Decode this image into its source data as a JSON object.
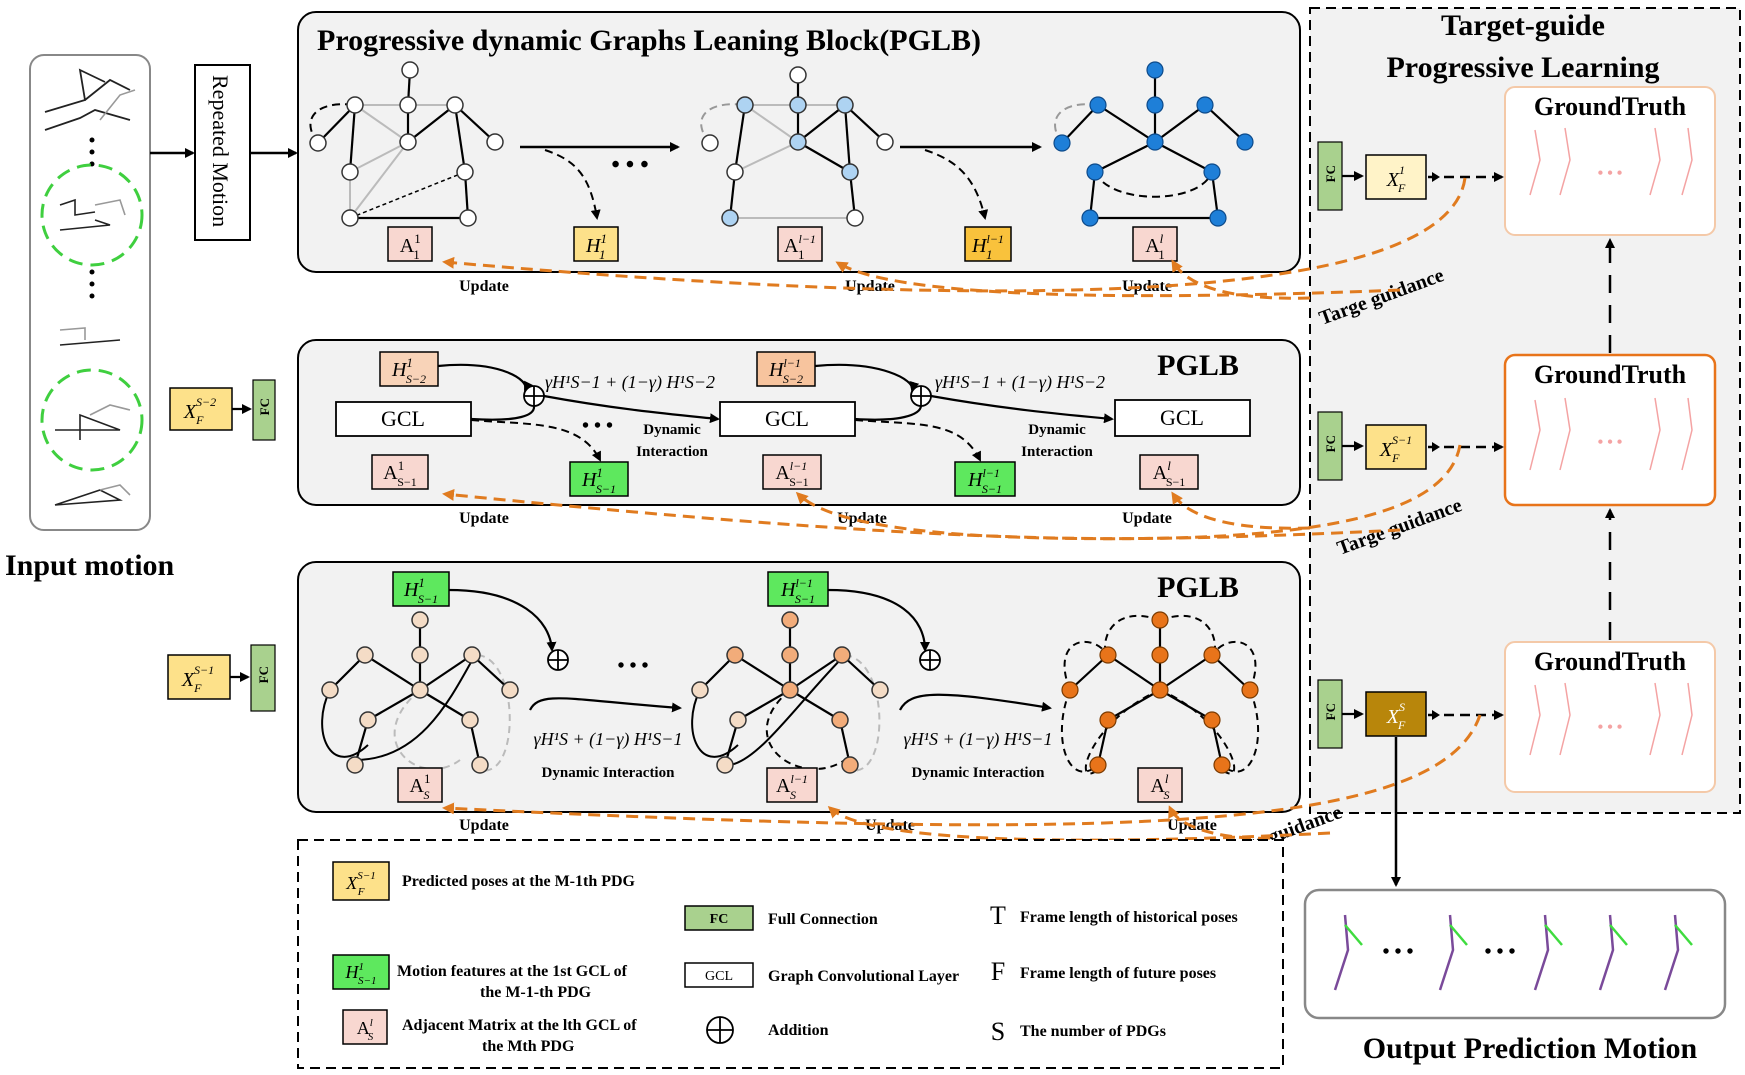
{
  "input_label": "Input motion",
  "output_label": "Output Prediction Motion",
  "repeated_motion": "Repeated Motion",
  "pglb_title": "Progressive dynamic Graphs Leaning Block(PGLB)",
  "pglb_short": "PGLB",
  "tgpl_title_line1": "Target-guide",
  "tgpl_title_line2": "Progressive Learning",
  "ground_truth": "GroundTruth",
  "targe_guidance": "Targe guidance",
  "update": "Update",
  "dynamic": "Dynamic",
  "interaction": "Interaction",
  "dynamic_interaction": "Dynamic Interaction",
  "gcl": "GCL",
  "fc": "FC",
  "ellipsis": "• • •",
  "legend": {
    "predicted_poses": "Predicted poses at the M-1th PDG",
    "motion_features_l1": "Motion features at the 1st GCL of",
    "motion_features_l2": "the M-1-th PDG",
    "adjacent_l1": "Adjacent Matrix at the lth GCL of",
    "adjacent_l2": "the Mth PDG",
    "full_connection": "Full Connection",
    "graph_conv_layer": "Graph Convolutional Layer",
    "addition": "Addition",
    "t_symbol": "T",
    "t_desc": "Frame length of historical poses",
    "f_symbol": "F",
    "f_desc": "Frame length of future poses",
    "s_symbol": "S",
    "s_desc": "The number of PDGs"
  },
  "formula_row2": "γH¹S−1 + (1−γ) H¹S−2",
  "formula_row3": "γH¹S + (1−γ) H¹S−1",
  "colors": {
    "orange": "#e07b1f",
    "yellow_box": "#fde18a",
    "green_box": "#5ee85e",
    "fc_green": "#a9d18e",
    "pink_box": "#f8d7d0",
    "light_blue": "#aed3f2",
    "blue": "#1e7fd8",
    "peach": "#f4dcc6",
    "dark_orange": "#e8741a"
  }
}
